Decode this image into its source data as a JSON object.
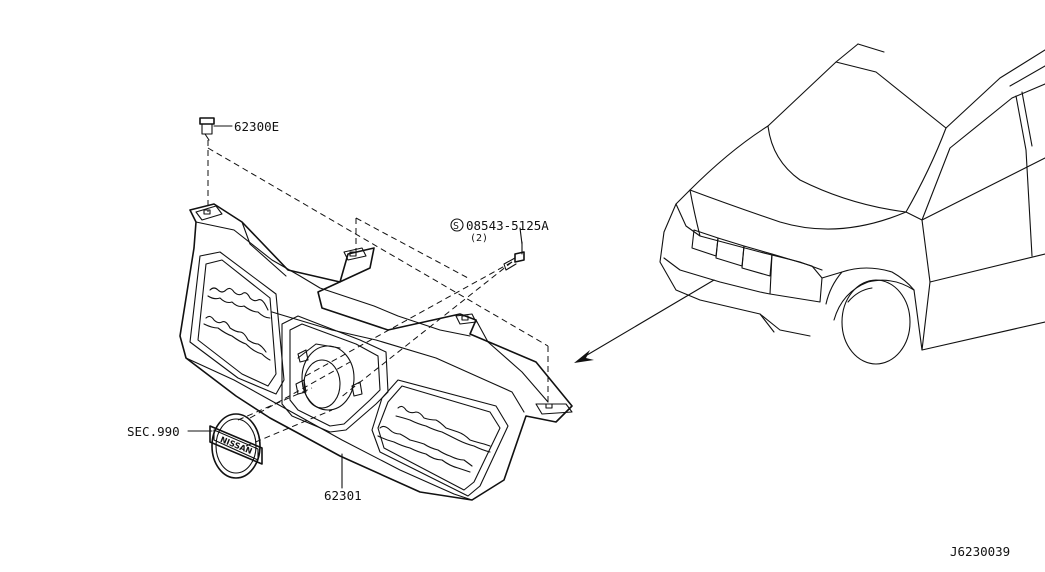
{
  "labels": {
    "clip": "62300E",
    "screw_part": "08543-5125A",
    "screw_qty": "(2)",
    "screw_symbol": "S",
    "emblem_ref": "SEC.990",
    "grille": "62301",
    "diagram_id": "J6230039"
  },
  "emblem": {
    "text": "NISSAN"
  }
}
